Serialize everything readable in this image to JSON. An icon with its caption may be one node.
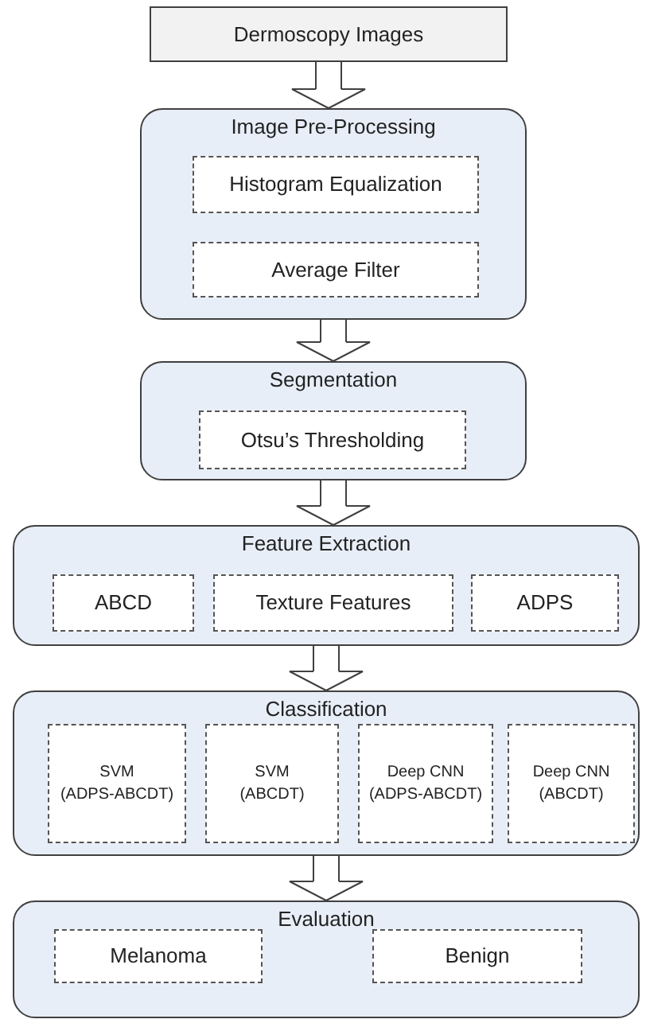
{
  "diagram": {
    "nodes": [
      {
        "text": [
          "Dermoscopy Images"
        ]
      },
      {
        "text": [
          "Image Pre-Processing"
        ]
      },
      {
        "text": [
          "Histogram Equalization"
        ],
        "in": 1
      },
      {
        "text": [
          "Average Filter"
        ],
        "in": 1
      },
      {
        "text": [
          "Segmentation"
        ]
      },
      {
        "text": [
          "Otsu’s Thresholding"
        ],
        "in": 4
      },
      {
        "text": [
          "Feature Extraction"
        ]
      },
      {
        "text": [
          "ABCD"
        ],
        "in": 6
      },
      {
        "text": [
          "Texture Features"
        ],
        "in": 6
      },
      {
        "text": [
          "ADPS"
        ],
        "in": 6
      },
      {
        "text": [
          "Classification"
        ]
      },
      {
        "text": [
          "SVM (ADPS-ABCDT)"
        ],
        "in": 10
      },
      {
        "text": [
          "SVM (ABCDT)"
        ],
        "in": 10
      },
      {
        "text": [
          "Deep CNN (ADPS-ABCDT)"
        ],
        "in": 10
      },
      {
        "text": [
          "Deep CNN (ABCDT)"
        ],
        "in": 10
      },
      {
        "text": [
          "Evaluation"
        ]
      },
      {
        "text": [
          "Melanoma"
        ],
        "in": 15
      },
      {
        "text": [
          "Benign"
        ],
        "in": 15
      }
    ],
    "edges": [
      {
        "from": 0,
        "to": 1,
        "arrow": "to"
      },
      {
        "from": 1,
        "to": 4,
        "arrow": "to"
      },
      {
        "from": 4,
        "to": 6,
        "arrow": "to"
      },
      {
        "from": 6,
        "to": 10,
        "arrow": "to"
      },
      {
        "from": 10,
        "to": 15,
        "arrow": "to"
      }
    ]
  }
}
